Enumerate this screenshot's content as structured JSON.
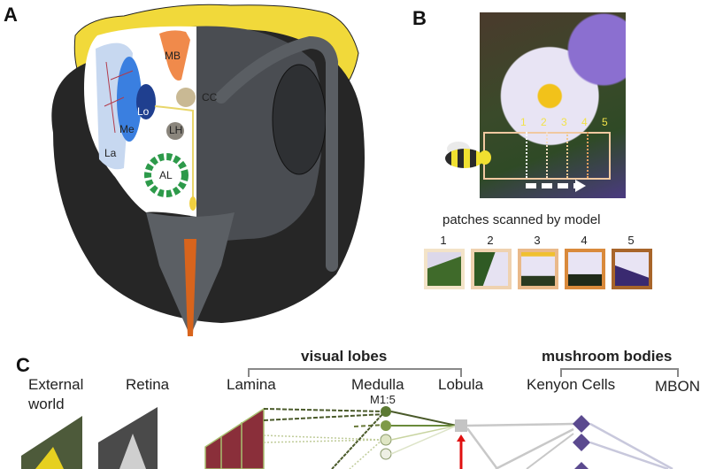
{
  "panels": {
    "A": {
      "label": "A",
      "title_hidden": "Bumblebee head with brain regions",
      "regions": [
        {
          "id": "MB",
          "label": "MB",
          "name": "mushroom body",
          "color": "#f08a4b"
        },
        {
          "id": "CC",
          "label": "CC",
          "name": "central complex",
          "color": "#c9b994"
        },
        {
          "id": "Lo",
          "label": "Lo",
          "name": "lobula",
          "color": "#1f3f8f"
        },
        {
          "id": "Me",
          "label": "Me",
          "name": "medulla",
          "color": "#3a7fe0"
        },
        {
          "id": "LH",
          "label": "LH",
          "name": "lateral horn",
          "color": "#8a857c"
        },
        {
          "id": "La",
          "label": "La",
          "name": "lamina",
          "color": "#c7d8f0"
        },
        {
          "id": "AL",
          "label": "AL",
          "name": "antennal lobe",
          "color": "#2d9a4a"
        }
      ]
    },
    "B": {
      "label": "B",
      "scan_numbers": [
        "1",
        "2",
        "3",
        "4",
        "5"
      ],
      "patches_caption": "patches scanned by model",
      "patches": [
        {
          "num": "1",
          "border": "#f3e3c8"
        },
        {
          "num": "2",
          "border": "#efd2b0"
        },
        {
          "num": "3",
          "border": "#e9b98a"
        },
        {
          "num": "4",
          "border": "#d98a3c"
        },
        {
          "num": "5",
          "border": "#a8652a"
        }
      ]
    },
    "C": {
      "label": "C",
      "group_visual": "visual lobes",
      "group_mushroom": "mushroom bodies",
      "columns": {
        "external": [
          "External",
          "world"
        ],
        "retina": "Retina",
        "lamina": "Lamina",
        "medulla": "Medulla",
        "medulla_sub": "M1:5",
        "lobula": "Lobula",
        "kenyon": "Kenyon Cells",
        "mbon": "MBON"
      }
    }
  },
  "colors": {
    "bee_fur_yellow": "#f1d93a",
    "bee_dark": "#2a2a2a",
    "bee_grey": "#4a4d52",
    "proboscis": "#d8641c",
    "kenyon": "#5b4a8f",
    "lobula_node": "#c4c4c4",
    "medulla_dark": "#5c7a33",
    "medulla_light": "#dfe6c4",
    "red_arrow": "#e01010"
  }
}
